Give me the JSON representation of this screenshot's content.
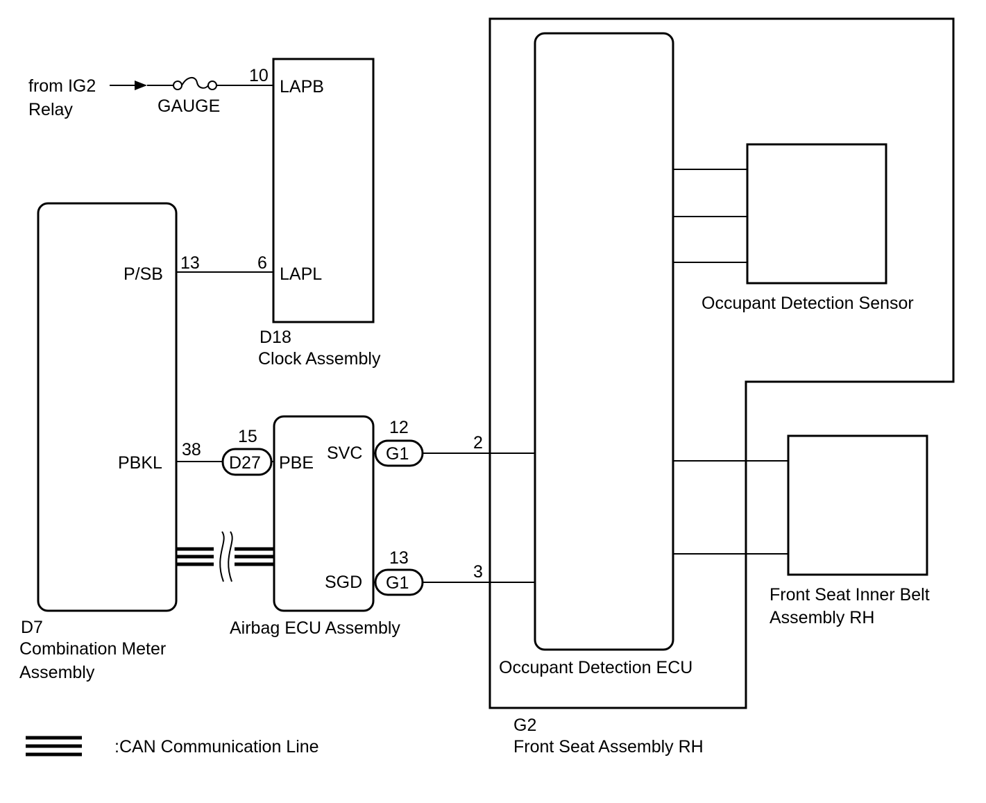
{
  "source": {
    "from_label": "from IG2",
    "relay_label": "Relay",
    "fuse_label": "GAUGE"
  },
  "clock_assembly": {
    "code": "D18",
    "name": "Clock Assembly",
    "terminals": [
      {
        "pin": "10",
        "name": "LAPB"
      },
      {
        "pin": "6",
        "name": "LAPL"
      }
    ]
  },
  "combination_meter": {
    "code": "D7",
    "name_line1": "Combination Meter",
    "name_line2": "Assembly",
    "terminals": [
      {
        "pin": "13",
        "name": "P/SB"
      },
      {
        "pin": "38",
        "name": "PBKL"
      }
    ]
  },
  "airbag_ecu": {
    "name": "Airbag ECU Assembly",
    "input_connector": {
      "code": "D27",
      "pin": "15",
      "terminal": "PBE"
    },
    "outputs": [
      {
        "terminal": "SVC",
        "connector": "G1",
        "pin": "12",
        "ecu_pin": "2"
      },
      {
        "terminal": "SGD",
        "connector": "G1",
        "pin": "13",
        "ecu_pin": "3"
      }
    ]
  },
  "front_seat": {
    "code": "G2",
    "name": "Front Seat Assembly RH",
    "ecu_name": "Occupant Detection ECU",
    "sensor_name": "Occupant Detection Sensor",
    "belt_name_line1": "Front Seat Inner Belt",
    "belt_name_line2": "Assembly RH"
  },
  "legend": {
    "can_label": ":CAN Communication Line"
  }
}
